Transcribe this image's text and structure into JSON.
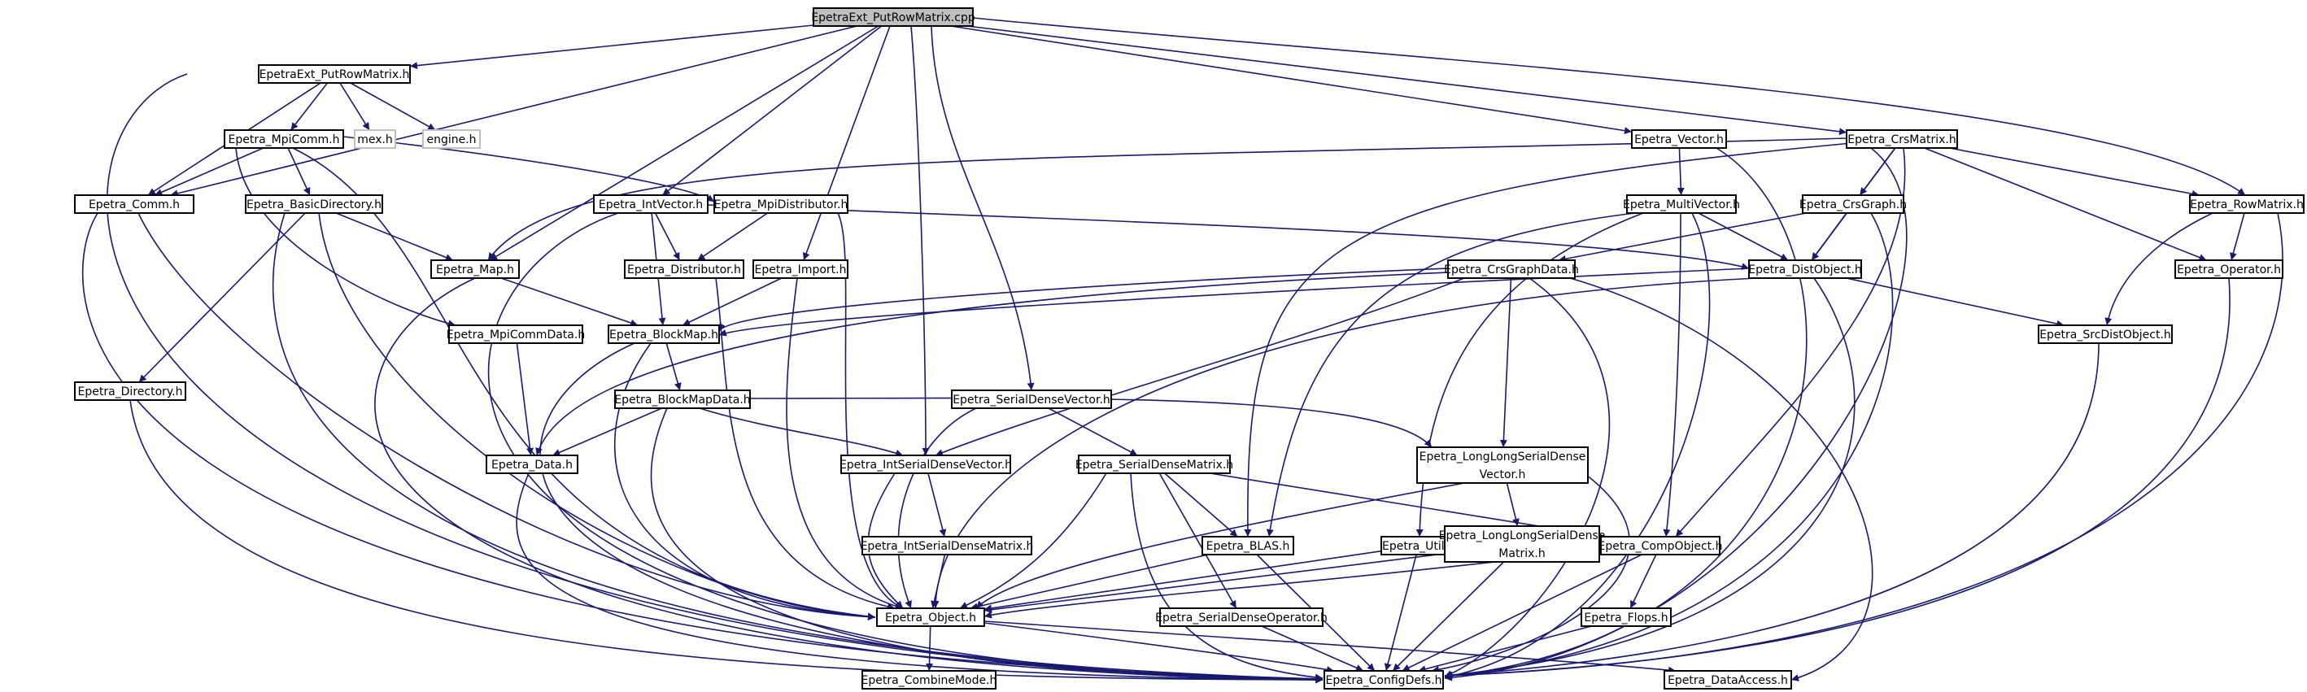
{
  "nodes": [
    {
      "id": "root",
      "name": "EpetraExt_PutRowMatrix.cpp",
      "label": "EpetraExt_PutRowMatrix.cpp"
    },
    {
      "id": "putrow_h",
      "name": "EpetraExt_PutRowMatrix.h",
      "label": "EpetraExt_PutRowMatrix.h"
    },
    {
      "id": "mex",
      "name": "mex.h",
      "label": "mex.h"
    },
    {
      "id": "engine",
      "name": "engine.h",
      "label": "engine.h"
    },
    {
      "id": "mpicomm",
      "name": "Epetra_MpiComm.h",
      "label": "Epetra_MpiComm.h"
    },
    {
      "id": "comm",
      "name": "Epetra_Comm.h",
      "label": "Epetra_Comm.h"
    },
    {
      "id": "basicdir",
      "name": "Epetra_BasicDirectory.h",
      "label": "Epetra_BasicDirectory.h"
    },
    {
      "id": "directory",
      "name": "Epetra_Directory.h",
      "label": "Epetra_Directory.h"
    },
    {
      "id": "map",
      "name": "Epetra_Map.h",
      "label": "Epetra_Map.h"
    },
    {
      "id": "mpicommdata",
      "name": "Epetra_MpiCommData.h",
      "label": "Epetra_MpiCommData.h"
    },
    {
      "id": "intvector",
      "name": "Epetra_IntVector.h",
      "label": "Epetra_IntVector.h"
    },
    {
      "id": "mpidist",
      "name": "Epetra_MpiDistributor.h",
      "label": "Epetra_MpiDistributor.h"
    },
    {
      "id": "distributor",
      "name": "Epetra_Distributor.h",
      "label": "Epetra_Distributor.h"
    },
    {
      "id": "import",
      "name": "Epetra_Import.h",
      "label": "Epetra_Import.h"
    },
    {
      "id": "blockmap",
      "name": "Epetra_BlockMap.h",
      "label": "Epetra_BlockMap.h"
    },
    {
      "id": "blockmapdata",
      "name": "Epetra_BlockMapData.h",
      "label": "Epetra_BlockMapData.h"
    },
    {
      "id": "data",
      "name": "Epetra_Data.h",
      "label": "Epetra_Data.h"
    },
    {
      "id": "serialdensevector",
      "name": "Epetra_SerialDenseVector.h",
      "label": "Epetra_SerialDenseVector.h"
    },
    {
      "id": "intserialdensevector",
      "name": "Epetra_IntSerialDenseVector.h",
      "label": "Epetra_IntSerialDenseVector.h"
    },
    {
      "id": "intserialdensematrix",
      "name": "Epetra_IntSerialDenseMatrix.h",
      "label": "Epetra_IntSerialDenseMatrix.h"
    },
    {
      "id": "object",
      "name": "Epetra_Object.h",
      "label": "Epetra_Object.h"
    },
    {
      "id": "combinemode",
      "name": "Epetra_CombineMode.h",
      "label": "Epetra_CombineMode.h"
    },
    {
      "id": "configdefs",
      "name": "Epetra_ConfigDefs.h",
      "label": "Epetra_ConfigDefs.h"
    },
    {
      "id": "vector",
      "name": "Epetra_Vector.h",
      "label": "Epetra_Vector.h"
    },
    {
      "id": "multivector",
      "name": "Epetra_MultiVector.h",
      "label": "Epetra_MultiVector.h"
    },
    {
      "id": "crsmatrix",
      "name": "Epetra_CrsMatrix.h",
      "label": "Epetra_CrsMatrix.h"
    },
    {
      "id": "crsgraph",
      "name": "Epetra_CrsGraph.h",
      "label": "Epetra_CrsGraph.h"
    },
    {
      "id": "crsgraphdata",
      "name": "Epetra_CrsGraphData.h",
      "label": "Epetra_CrsGraphData.h"
    },
    {
      "id": "distobject",
      "name": "Epetra_DistObject.h",
      "label": "Epetra_DistObject.h"
    },
    {
      "id": "rowmatrix",
      "name": "Epetra_RowMatrix.h",
      "label": "Epetra_RowMatrix.h"
    },
    {
      "id": "operator",
      "name": "Epetra_Operator.h",
      "label": "Epetra_Operator.h"
    },
    {
      "id": "srcdistobject",
      "name": "Epetra_SrcDistObject.h",
      "label": "Epetra_SrcDistObject.h"
    },
    {
      "id": "serialdensematrix",
      "name": "Epetra_SerialDenseMatrix.h",
      "label": "Epetra_SerialDenseMatrix.h"
    },
    {
      "id": "blas",
      "name": "Epetra_BLAS.h",
      "label": "Epetra_BLAS.h"
    },
    {
      "id": "serialdenseoperator",
      "name": "Epetra_SerialDenseOperator.h",
      "label": "Epetra_SerialDenseOperator.h"
    },
    {
      "id": "util",
      "name": "Epetra_Util.h",
      "label": "Epetra_Util.h"
    },
    {
      "id": "llsdv",
      "name": "Epetra_LongLongSerialDenseVector.h",
      "lines": [
        "Epetra_LongLongSerialDense",
        "Vector.h"
      ]
    },
    {
      "id": "llsdm",
      "name": "Epetra_LongLongSerialDenseMatrix.h",
      "lines": [
        "Epetra_LongLongSerialDense",
        "Matrix.h"
      ]
    },
    {
      "id": "compobject",
      "name": "Epetra_CompObject.h",
      "label": "Epetra_CompObject.h"
    },
    {
      "id": "flops",
      "name": "Epetra_Flops.h",
      "label": "Epetra_Flops.h"
    },
    {
      "id": "dataaccess",
      "name": "Epetra_DataAccess.h",
      "label": "Epetra_DataAccess.h"
    }
  ],
  "edges": [
    [
      "root",
      "putrow_h"
    ],
    [
      "root",
      "comm"
    ],
    [
      "root",
      "map"
    ],
    [
      "root",
      "intvector"
    ],
    [
      "root",
      "import"
    ],
    [
      "root",
      "intserialdensevector"
    ],
    [
      "root",
      "serialdensevector"
    ],
    [
      "root",
      "vector"
    ],
    [
      "root",
      "crsmatrix"
    ],
    [
      "root",
      "rowmatrix"
    ],
    [
      "putrow_h",
      "mex"
    ],
    [
      "putrow_h",
      "engine"
    ],
    [
      "putrow_h",
      "mpicomm"
    ],
    [
      "putrow_h",
      "comm"
    ],
    [
      "putrow_h",
      "configdefs"
    ],
    [
      "mpicomm",
      "comm"
    ],
    [
      "mpicomm",
      "basicdir"
    ],
    [
      "mpicomm",
      "mpicommdata"
    ],
    [
      "mpicomm",
      "mpidist"
    ],
    [
      "mpicomm",
      "object"
    ],
    [
      "comm",
      "object"
    ],
    [
      "comm",
      "configdefs"
    ],
    [
      "basicdir",
      "directory"
    ],
    [
      "basicdir",
      "map"
    ],
    [
      "basicdir",
      "object"
    ],
    [
      "basicdir",
      "configdefs"
    ],
    [
      "directory",
      "configdefs"
    ],
    [
      "map",
      "blockmap"
    ],
    [
      "map",
      "configdefs"
    ],
    [
      "mpicommdata",
      "data"
    ],
    [
      "intvector",
      "distributor"
    ],
    [
      "intvector",
      "blockmap"
    ],
    [
      "intvector",
      "distobject"
    ],
    [
      "intvector",
      "configdefs"
    ],
    [
      "mpidist",
      "distributor"
    ],
    [
      "mpidist",
      "object"
    ],
    [
      "distributor",
      "object"
    ],
    [
      "import",
      "blockmap"
    ],
    [
      "import",
      "object"
    ],
    [
      "blockmap",
      "blockmapdata"
    ],
    [
      "blockmap",
      "object"
    ],
    [
      "blockmap",
      "configdefs"
    ],
    [
      "blockmapdata",
      "data"
    ],
    [
      "blockmapdata",
      "intserialdensevector"
    ],
    [
      "blockmapdata",
      "llsdv"
    ],
    [
      "blockmapdata",
      "configdefs"
    ],
    [
      "data",
      "configdefs"
    ],
    [
      "serialdensevector",
      "serialdensematrix"
    ],
    [
      "serialdensevector",
      "object"
    ],
    [
      "intserialdensevector",
      "intserialdensematrix"
    ],
    [
      "intserialdensevector",
      "object"
    ],
    [
      "intserialdensematrix",
      "object"
    ],
    [
      "object",
      "combinemode"
    ],
    [
      "object",
      "configdefs"
    ],
    [
      "object",
      "dataaccess"
    ],
    [
      "vector",
      "multivector"
    ],
    [
      "vector",
      "configdefs"
    ],
    [
      "multivector",
      "distobject"
    ],
    [
      "multivector",
      "compobject"
    ],
    [
      "multivector",
      "blas"
    ],
    [
      "multivector",
      "util"
    ],
    [
      "multivector",
      "configdefs"
    ],
    [
      "crsmatrix",
      "map"
    ],
    [
      "crsmatrix",
      "crsgraph"
    ],
    [
      "crsmatrix",
      "distobject"
    ],
    [
      "crsmatrix",
      "compobject"
    ],
    [
      "crsmatrix",
      "blas"
    ],
    [
      "crsmatrix",
      "operator"
    ],
    [
      "crsmatrix",
      "rowmatrix"
    ],
    [
      "crsmatrix",
      "configdefs"
    ],
    [
      "crsgraph",
      "crsgraphdata"
    ],
    [
      "crsgraph",
      "distobject"
    ],
    [
      "crsgraph",
      "configdefs"
    ],
    [
      "crsgraphdata",
      "blockmap"
    ],
    [
      "crsgraphdata",
      "data"
    ],
    [
      "crsgraphdata",
      "intserialdensevector"
    ],
    [
      "crsgraphdata",
      "llsdv"
    ],
    [
      "crsgraphdata",
      "configdefs"
    ],
    [
      "crsgraphdata",
      "dataaccess"
    ],
    [
      "distobject",
      "blockmap"
    ],
    [
      "distobject",
      "srcdistobject"
    ],
    [
      "distobject",
      "object"
    ],
    [
      "distobject",
      "configdefs"
    ],
    [
      "rowmatrix",
      "operator"
    ],
    [
      "rowmatrix",
      "srcdistobject"
    ],
    [
      "rowmatrix",
      "configdefs"
    ],
    [
      "operator",
      "configdefs"
    ],
    [
      "srcdistobject",
      "configdefs"
    ],
    [
      "serialdensematrix",
      "blas"
    ],
    [
      "serialdensematrix",
      "serialdenseoperator"
    ],
    [
      "serialdensematrix",
      "compobject"
    ],
    [
      "serialdensematrix",
      "object"
    ],
    [
      "serialdensematrix",
      "configdefs"
    ],
    [
      "blas",
      "object"
    ],
    [
      "blas",
      "configdefs"
    ],
    [
      "serialdenseoperator",
      "configdefs"
    ],
    [
      "util",
      "object"
    ],
    [
      "util",
      "configdefs"
    ],
    [
      "llsdv",
      "llsdm"
    ],
    [
      "llsdv",
      "object"
    ],
    [
      "llsdv",
      "configdefs"
    ],
    [
      "llsdm",
      "object"
    ],
    [
      "llsdm",
      "configdefs"
    ],
    [
      "compobject",
      "flops"
    ],
    [
      "compobject",
      "object"
    ],
    [
      "compobject",
      "configdefs"
    ],
    [
      "flops",
      "configdefs"
    ]
  ],
  "colors": {
    "edge": "#191970",
    "node_border": "#000000",
    "node_fill": "#ffffff",
    "root_fill": "#bfbfbf",
    "external_border": "#bfbfbf"
  }
}
